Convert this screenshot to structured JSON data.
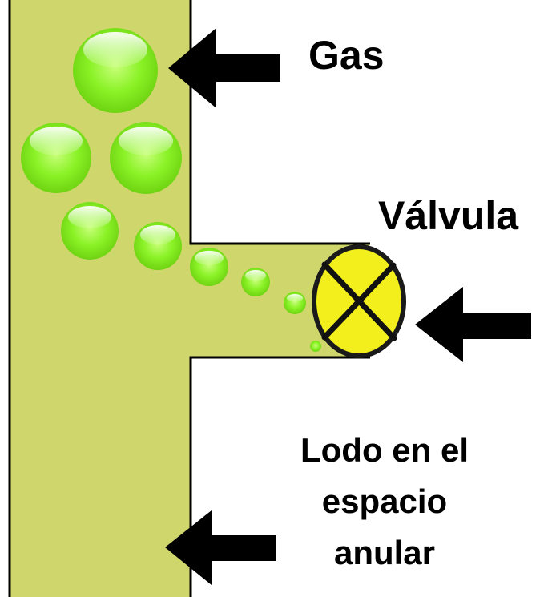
{
  "labels": {
    "gas": "Gas",
    "valve": "Válvula",
    "mud_line1": "Lodo en el",
    "mud_line2": "espacio",
    "mud_line3": "anular"
  },
  "colors": {
    "mud": "#cfd66b",
    "bubble": "#80ee1a",
    "valve_fill": "#f2ef1c",
    "outline": "#000000",
    "arrow": "#000000"
  },
  "icons": {
    "arrow": "left-arrow",
    "valve": "closed-valve-x"
  }
}
